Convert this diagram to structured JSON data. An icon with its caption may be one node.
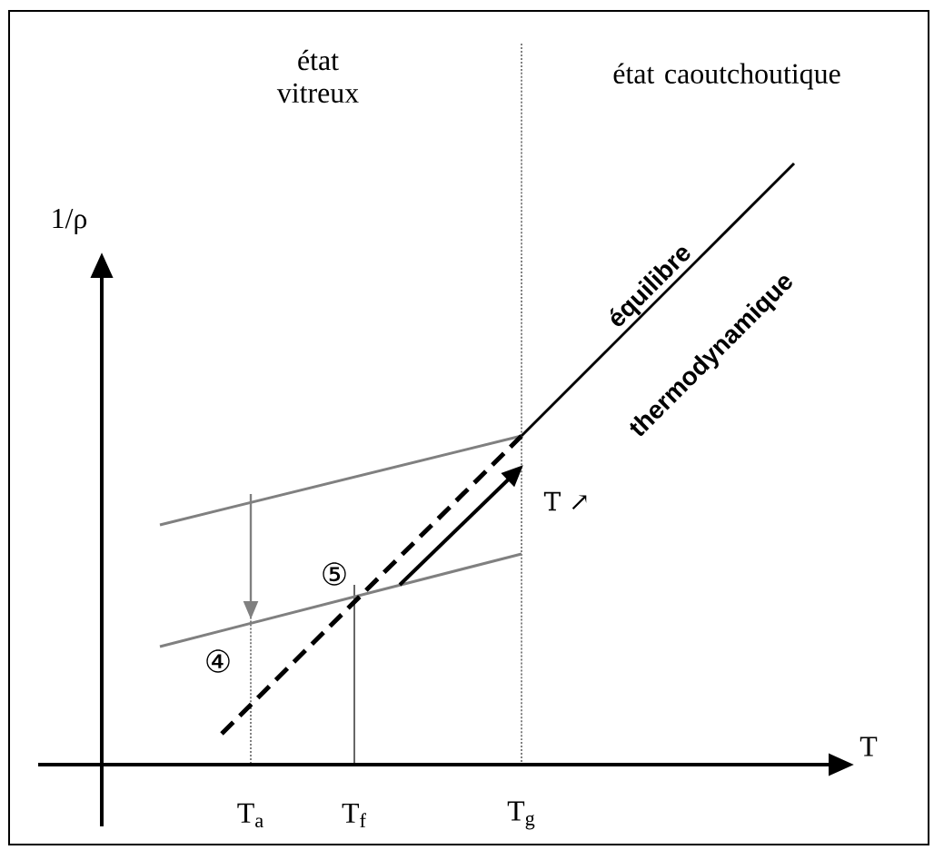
{
  "diagram": {
    "labels": [
      "état vitreux",
      "état caoutchoutique",
      "1/ρ",
      "équilibre",
      "thermodynamique",
      "T ↗",
      "⑤",
      "④",
      "T",
      "T$_{a}$",
      "T$_{f}$",
      "T$_{g}$"
    ]
  }
}
